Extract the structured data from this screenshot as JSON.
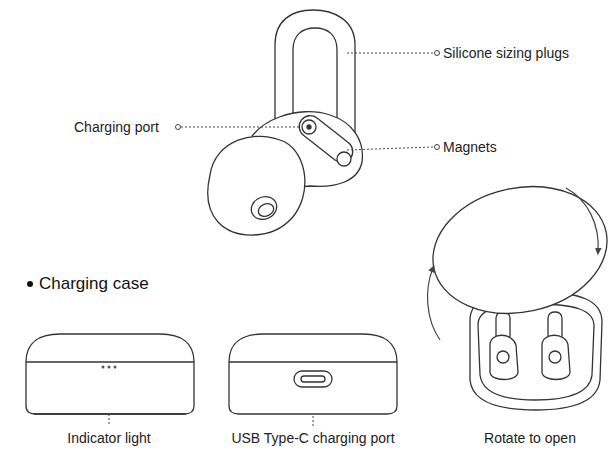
{
  "diagram": {
    "labels": [
      "Silicone sizing plugs",
      "Charging port",
      "Magnets",
      "Charging case",
      "Indicator light",
      "USB Type-C charging port",
      "Rotate to open"
    ]
  }
}
